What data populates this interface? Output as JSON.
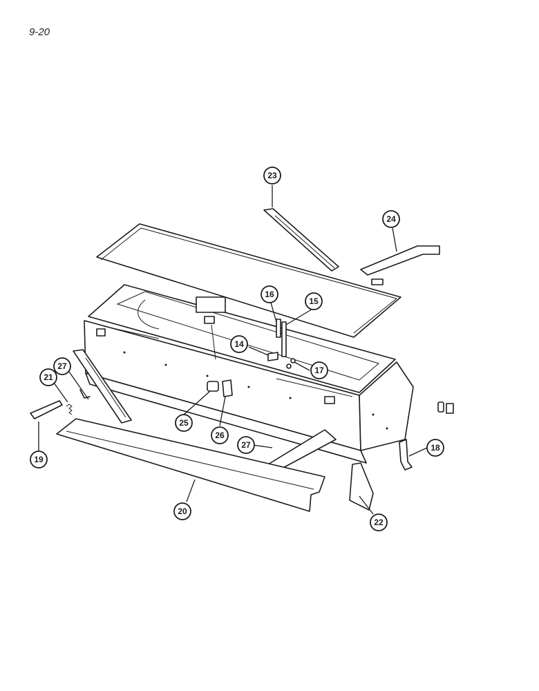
{
  "page_number": "9-20",
  "callouts": [
    {
      "id": "c23",
      "label": "23",
      "cx": 0,
      "cy": 0
    },
    {
      "id": "c24",
      "label": "24"
    },
    {
      "id": "c16",
      "label": "16"
    },
    {
      "id": "c15",
      "label": "15"
    },
    {
      "id": "c14",
      "label": "14"
    },
    {
      "id": "c17",
      "label": "17"
    },
    {
      "id": "c27a",
      "label": "27"
    },
    {
      "id": "c21",
      "label": "21"
    },
    {
      "id": "c25",
      "label": "25"
    },
    {
      "id": "c26",
      "label": "26"
    },
    {
      "id": "c27b",
      "label": "27"
    },
    {
      "id": "c18",
      "label": "18"
    },
    {
      "id": "c19",
      "label": "19"
    },
    {
      "id": "c20",
      "label": "20"
    },
    {
      "id": "c22",
      "label": "22"
    }
  ]
}
